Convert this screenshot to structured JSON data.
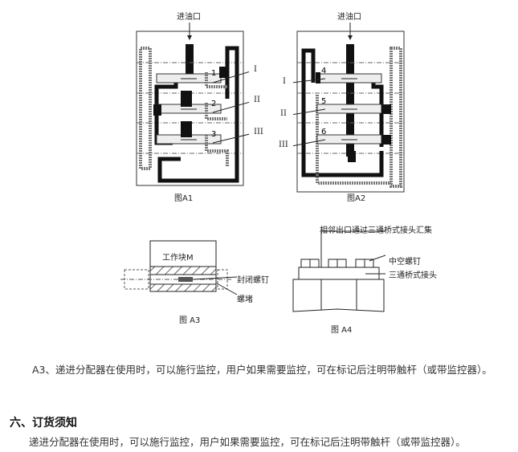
{
  "fig_a1": {
    "inlet": "进油口",
    "caption": "图A1",
    "nums": [
      "1",
      "2",
      "3"
    ],
    "marks": [
      "I",
      "II",
      "III"
    ]
  },
  "fig_a2": {
    "inlet": "进油口",
    "caption": "图A2",
    "nums": [
      "4",
      "5",
      "6"
    ],
    "marks": [
      "I",
      "II",
      "III"
    ]
  },
  "fig_a3": {
    "block": "工作块M",
    "screw": "封闭螺钉",
    "plug": "螺堵",
    "caption": "图 A3"
  },
  "fig_a4": {
    "collect": "相邻出口通过三通桥式接头汇集",
    "hollow": "中空螺钉",
    "tee": "三通桥式接头",
    "caption": "图 A4"
  },
  "note": "A3、递进分配器在使用时，可以施行监控，用户如果需要监控，可在标记后注明带触杆（或带监控器）。",
  "section": {
    "title": "六、订货须知",
    "text": "递进分配器在使用时，可以施行监控，用户如果需要监控，可在标记后注明带触杆（或带监控器）。"
  }
}
